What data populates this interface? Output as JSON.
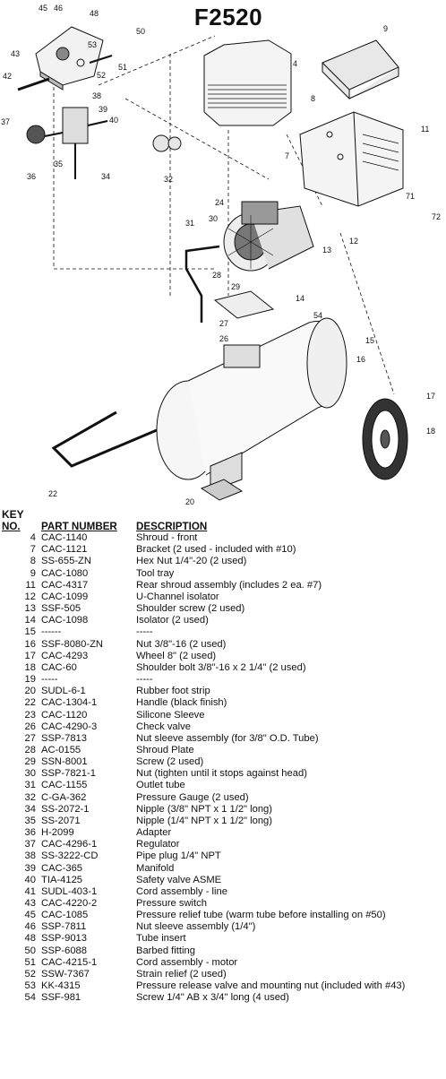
{
  "title": "F2520",
  "callouts": [
    "45",
    "46",
    "48",
    "43",
    "53",
    "50",
    "51",
    "52",
    "42",
    "38",
    "39",
    "40",
    "37",
    "35",
    "36",
    "34",
    "32",
    "9",
    "8",
    "4",
    "7",
    "11",
    "71",
    "72",
    "24",
    "30",
    "31",
    "13",
    "12",
    "28",
    "29",
    "14",
    "27",
    "26",
    "54",
    "15",
    "16",
    "17",
    "18",
    "22",
    "20"
  ],
  "legend": {
    "key_label": "KEY",
    "col_no": "NO.",
    "col_part": "PART NUMBER",
    "col_desc": "DESCRIPTION",
    "rows": [
      {
        "no": "4",
        "part": "CAC-1140",
        "desc": "Shroud - front"
      },
      {
        "no": "7",
        "part": "CAC-1121",
        "desc": "Bracket (2 used - included with #10)"
      },
      {
        "no": "8",
        "part": "SS-655-ZN",
        "desc": "Hex Nut 1/4\"-20 (2 used)"
      },
      {
        "no": "9",
        "part": "CAC-1080",
        "desc": "Tool tray"
      },
      {
        "no": "11",
        "part": "CAC-4317",
        "desc": "Rear shroud assembly (includes 2 ea. #7)"
      },
      {
        "no": "12",
        "part": "CAC-1099",
        "desc": "U-Channel isolator"
      },
      {
        "no": "13",
        "part": "SSF-505",
        "desc": "Shoulder screw (2 used)"
      },
      {
        "no": "14",
        "part": "CAC-1098",
        "desc": "Isolator (2 used)"
      },
      {
        "no": "15",
        "part": "------",
        "desc": "-----"
      },
      {
        "no": "16",
        "part": "SSF-8080-ZN",
        "desc": "Nut 3/8\"-16 (2 used)"
      },
      {
        "no": "17",
        "part": "CAC-4293",
        "desc": "Wheel 8\" (2 used)"
      },
      {
        "no": "18",
        "part": "CAC-60",
        "desc": "Shoulder bolt 3/8\"-16 x 2 1/4\" (2 used)"
      },
      {
        "no": "19",
        "part": "-----",
        "desc": "-----"
      },
      {
        "no": "20",
        "part": "SUDL-6-1",
        "desc": "Rubber foot strip"
      },
      {
        "no": "22",
        "part": "CAC-1304-1",
        "desc": "Handle (black finish)"
      },
      {
        "no": "23",
        "part": "CAC-1120",
        "desc": "Silicone Sleeve"
      },
      {
        "no": "26",
        "part": "CAC-4290-3",
        "desc": "Check valve"
      },
      {
        "no": "27",
        "part": "SSP-7813",
        "desc": "Nut sleeve assembly (for 3/8\" O.D. Tube)"
      },
      {
        "no": "28",
        "part": "AC-0155",
        "desc": "Shroud Plate"
      },
      {
        "no": "29",
        "part": "SSN-8001",
        "desc": "Screw (2 used)"
      },
      {
        "no": "30",
        "part": "SSP-7821-1",
        "desc": "Nut (tighten until it stops against head)"
      },
      {
        "no": "31",
        "part": "CAC-1155",
        "desc": "Outlet tube"
      },
      {
        "no": "32",
        "part": "C-GA-362",
        "desc": "Pressure Gauge (2 used)"
      },
      {
        "no": "34",
        "part": "SS-2072-1",
        "desc": "Nipple (3/8\" NPT x 1 1/2\" long)"
      },
      {
        "no": "35",
        "part": "SS-2071",
        "desc": "Nipple (1/4\" NPT x 1 1/2\" long)"
      },
      {
        "no": "36",
        "part": "H-2099",
        "desc": "Adapter"
      },
      {
        "no": "37",
        "part": "CAC-4296-1",
        "desc": "Regulator"
      },
      {
        "no": "38",
        "part": "SS-3222-CD",
        "desc": "Pipe plug 1/4\" NPT"
      },
      {
        "no": "39",
        "part": "CAC-365",
        "desc": "Manifold"
      },
      {
        "no": "40",
        "part": "TIA-4125",
        "desc": "Safety valve ASME"
      },
      {
        "no": "41",
        "part": "SUDL-403-1",
        "desc": "Cord assembly - line"
      },
      {
        "no": "43",
        "part": "CAC-4220-2",
        "desc": "Pressure switch"
      },
      {
        "no": "45",
        "part": "CAC-1085",
        "desc": "Pressure relief tube (warm tube before installing on #50)"
      },
      {
        "no": "46",
        "part": "SSP-7811",
        "desc": "Nut sleeve assembly (1/4\")"
      },
      {
        "no": "48",
        "part": "SSP-9013",
        "desc": "Tube insert"
      },
      {
        "no": "50",
        "part": "SSP-6088",
        "desc": "Barbed fitting"
      },
      {
        "no": "51",
        "part": "CAC-4215-1",
        "desc": "Cord assembly - motor"
      },
      {
        "no": "52",
        "part": "SSW-7367",
        "desc": "Strain relief (2 used)"
      },
      {
        "no": "53",
        "part": "KK-4315",
        "desc": "Pressure release valve and mounting nut (included with #43)"
      },
      {
        "no": "54",
        "part": "SSF-981",
        "desc": "Screw 1/4\" AB x 3/4\" long (4 used)"
      }
    ]
  }
}
